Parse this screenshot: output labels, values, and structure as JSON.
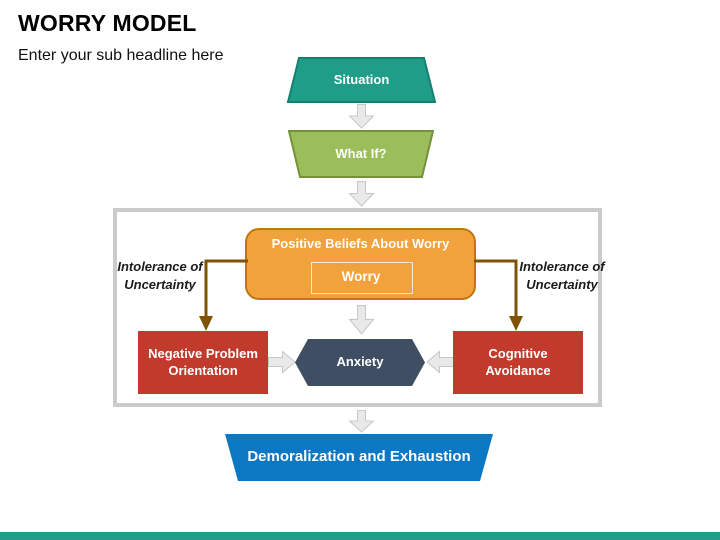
{
  "header": {
    "title": "WORRY MODEL",
    "subtitle": "Enter your sub headline here"
  },
  "flow": {
    "situation": "Situation",
    "what_if": "What If?",
    "demoralization": "Demoralization and Exhaustion"
  },
  "model_box": {
    "positive_beliefs": "Positive Beliefs About Worry",
    "worry": "Worry",
    "intolerance_left": "Intolerance of Uncertainty",
    "intolerance_right": "Intolerance of Uncertainty",
    "negative_problem_orientation": "Negative Problem Orientation",
    "anxiety": "Anxiety",
    "cognitive_avoidance": "Cognitive Avoidance"
  },
  "colors": {
    "teal": "#1F9D89",
    "teal_border": "#15806F",
    "green": "#9BBE5A",
    "green_border": "#75923B",
    "orange": "#F2A23C",
    "orange_border": "#C0770F",
    "connector_brown": "#7F5305",
    "red": "#C13A2C",
    "slate": "#3F4E63",
    "blue": "#0C78C4",
    "arrow_gray_fill": "#E9E9E9",
    "arrow_gray_stroke": "#C7C7C7",
    "panel_border": "#CBCBCB"
  }
}
